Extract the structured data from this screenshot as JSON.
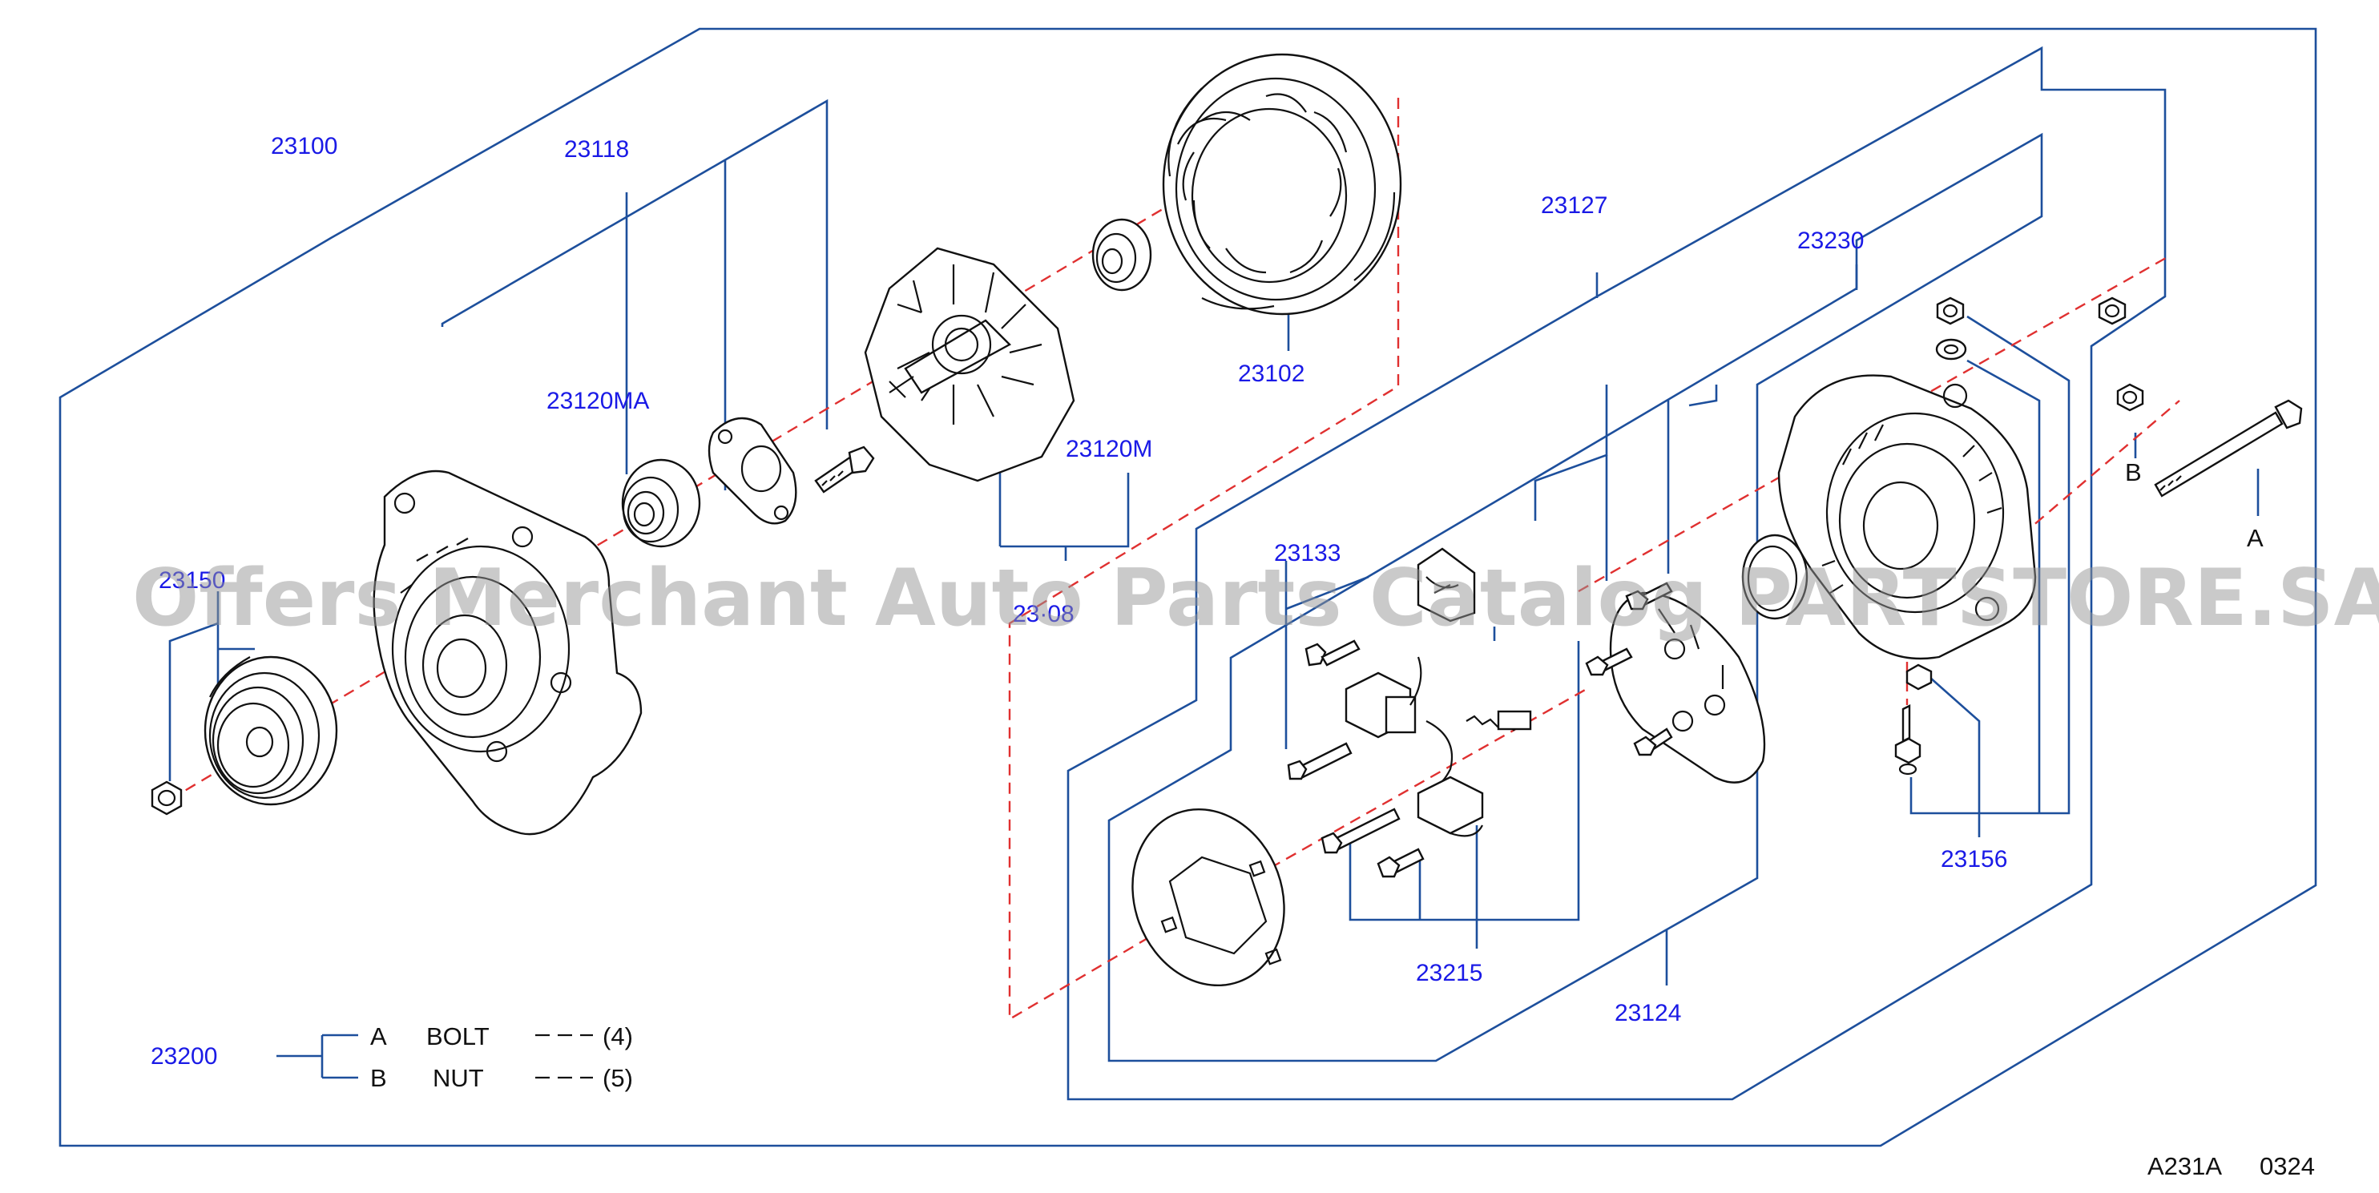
{
  "parts": {
    "p23100": "23100",
    "p23118": "23118",
    "p23120MA": "23120MA",
    "p23102": "23102",
    "p23120M": "23120M",
    "p23108": "23·08",
    "p23127": "23127",
    "p23230": "23230",
    "p23150": "23150",
    "p23133": "23133",
    "p23215": "23215",
    "p23124": "23124",
    "p23156": "23156"
  },
  "markers": {
    "a": "A",
    "b": "B"
  },
  "legend": {
    "part": "23200",
    "rows": [
      {
        "key": "A",
        "name": "BOLT",
        "qty": "(4)"
      },
      {
        "key": "B",
        "name": "NUT",
        "qty": "(5)"
      }
    ]
  },
  "diagram_code": "A231A",
  "page_code": "0324",
  "watermark": "Offers Merchant Auto Parts Catalog PARTSTORE.SA",
  "colors": {
    "leader": "#1d4f9c",
    "centerline": "#e03030",
    "label": "#1a1ae6",
    "watermark": "#969696"
  }
}
